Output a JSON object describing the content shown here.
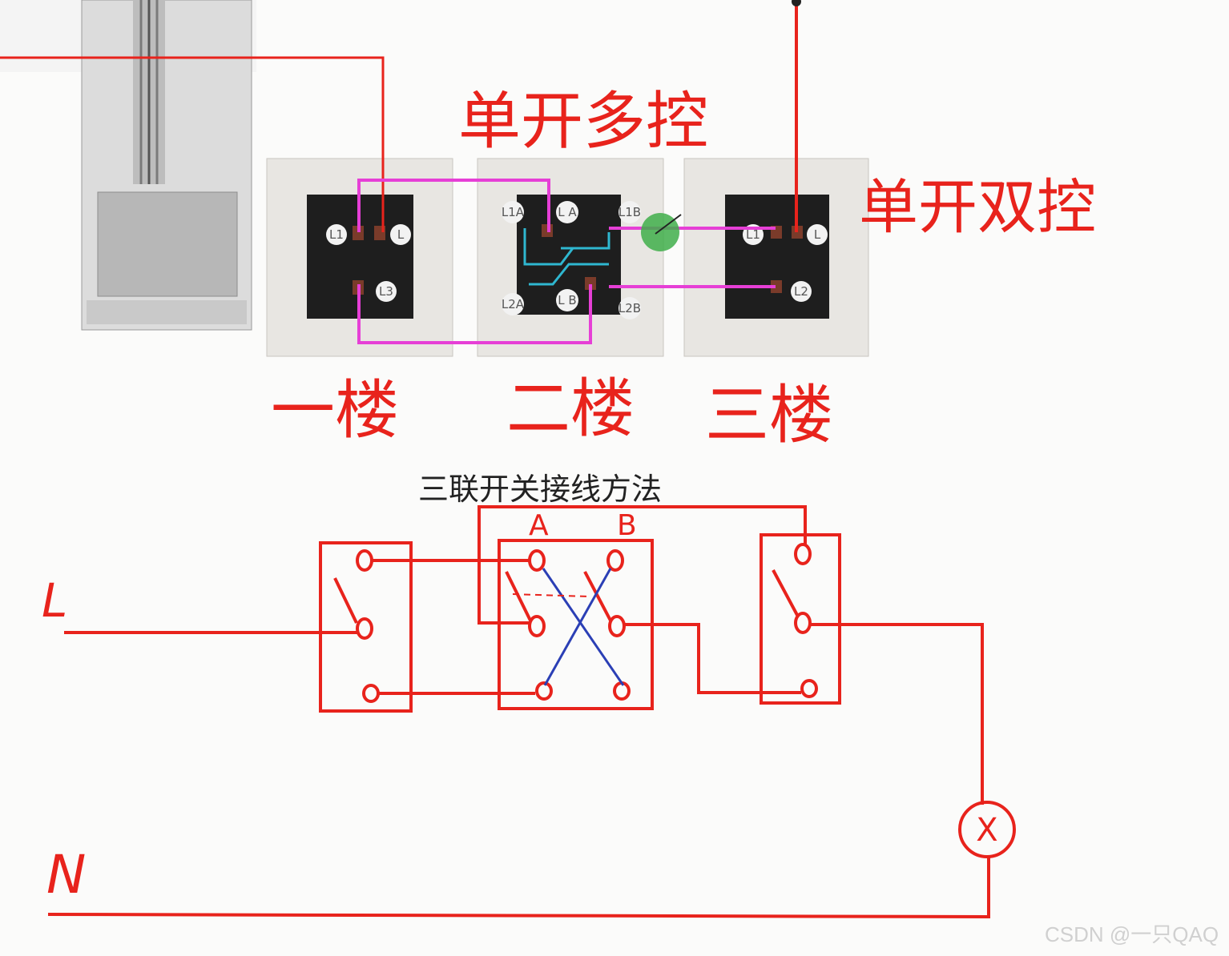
{
  "headings": {
    "multi_control": "单开多控",
    "double_control": "单开双控",
    "floor_1": "一楼",
    "floor_2": "二楼",
    "floor_3": "三楼",
    "method_title": "三联开关接线方法"
  },
  "switch_terminals": {
    "floor1": {
      "top_left": "L1",
      "top_right": "L",
      "bottom": "L3"
    },
    "floor2": {
      "top_left": "L1A",
      "top_mid": "L A",
      "top_right": "L1B",
      "bottom_left": "L2A",
      "bottom_mid": "L B",
      "bottom_right": "L2B"
    },
    "floor3": {
      "top_left": "L1",
      "top_right": "L",
      "bottom": "L2"
    }
  },
  "schematic": {
    "line_label": "L",
    "neutral_label": "N",
    "contact_a": "A",
    "contact_b": "B",
    "lamp_symbol": "X"
  },
  "watermark": "CSDN @一只QAQ",
  "colors": {
    "red_wire": "#e8231c",
    "magenta_wire": "#e63fd6",
    "cyan_wire": "#2fb7d0",
    "blue_cross": "#2b3fb5",
    "switch_face": "#1e1e1e",
    "plate": "#e8e6e2"
  }
}
